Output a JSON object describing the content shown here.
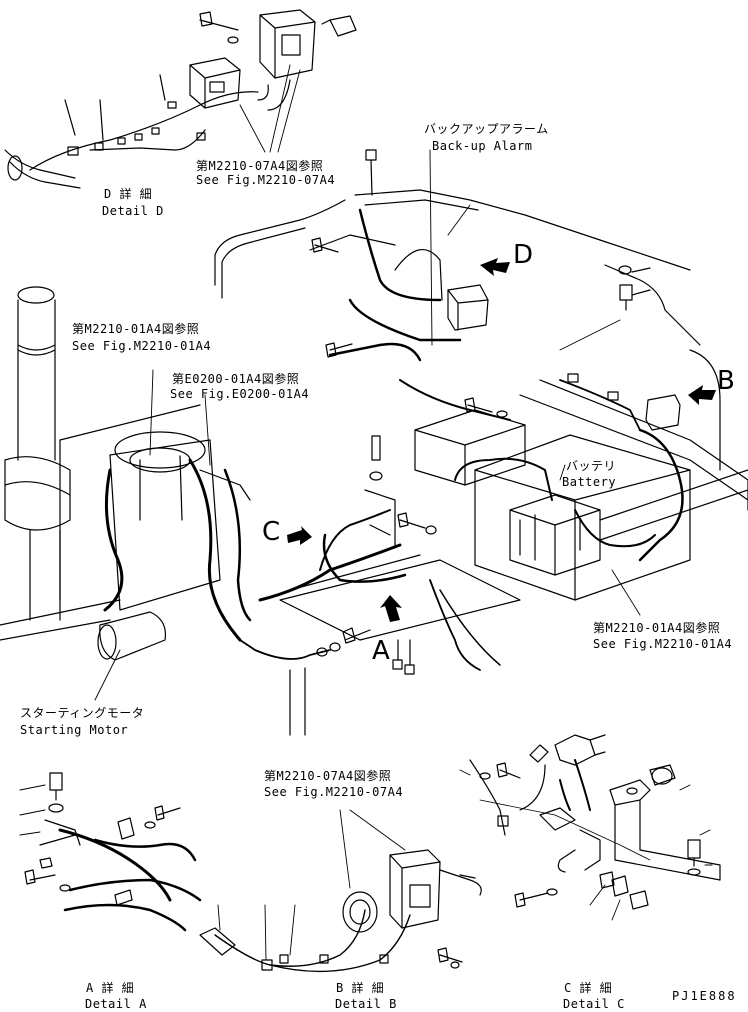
{
  "callouts": {
    "ref_m2210_07a4_top_jp": "第M2210-07A4図参照",
    "ref_m2210_07a4_top_en": "See Fig.M2210-07A4",
    "detail_d_jp": "D 詳 細",
    "detail_d_en": "Detail D",
    "backup_alarm_jp": "バックアップアラーム",
    "backup_alarm_en": "Back-up Alarm",
    "ref_m2210_01a4_left_jp": "第M2210-01A4図参照",
    "ref_m2210_01a4_left_en": "See Fig.M2210-01A4",
    "ref_e0200_01a4_jp": "第E0200-01A4図参照",
    "ref_e0200_01a4_en": "See Fig.E0200-01A4",
    "battery_jp": "バッテリ",
    "battery_en": "Battery",
    "ref_m2210_01a4_right_jp": "第M2210-01A4図参照",
    "ref_m2210_01a4_right_en": "See Fig.M2210-01A4",
    "starting_motor_jp": "スターティングモータ",
    "starting_motor_en": "Starting Motor",
    "ref_m2210_07a4_bottom_jp": "第M2210-07A4図参照",
    "ref_m2210_07a4_bottom_en": "See Fig.M2210-07A4",
    "detail_a_jp": "A 詳 細",
    "detail_a_en": "Detail A",
    "detail_b_jp": "B 詳 細",
    "detail_b_en": "Detail B",
    "detail_c_jp": "C 詳 細",
    "detail_c_en": "Detail C",
    "drawing_code": "PJ1E888"
  },
  "view_letters": {
    "a": "A",
    "b": "B",
    "c": "C",
    "d": "D"
  }
}
